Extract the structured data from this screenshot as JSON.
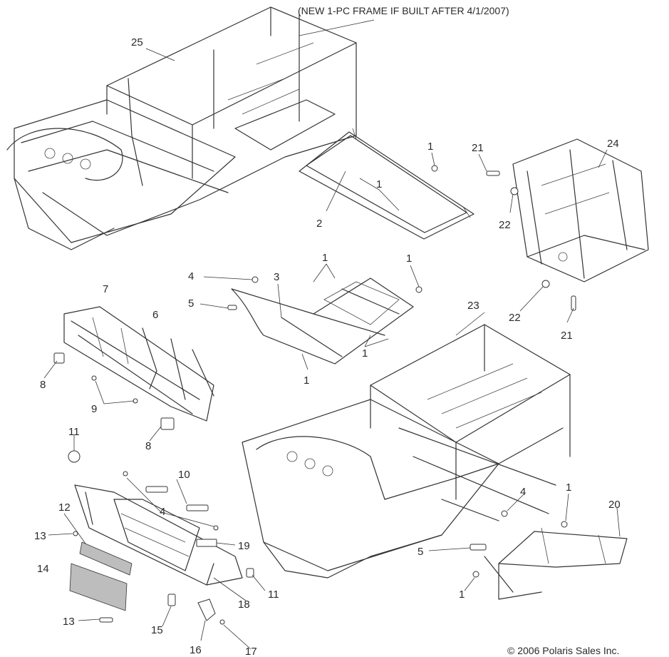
{
  "header_note": "(NEW 1-PC FRAME IF BUILT AFTER 4/1/2007)",
  "copyright": "© 2006 Polaris Sales Inc.",
  "callouts": [
    "25",
    "21",
    "24",
    "1",
    "22",
    "2",
    "1",
    "1",
    "4",
    "3",
    "1",
    "5",
    "23",
    "22",
    "7",
    "6",
    "21",
    "1",
    "1",
    "8",
    "9",
    "8",
    "11",
    "10",
    "4",
    "4",
    "1",
    "12",
    "20",
    "13",
    "19",
    "14",
    "5",
    "11",
    "18",
    "1",
    "13",
    "15",
    "16",
    "17"
  ]
}
